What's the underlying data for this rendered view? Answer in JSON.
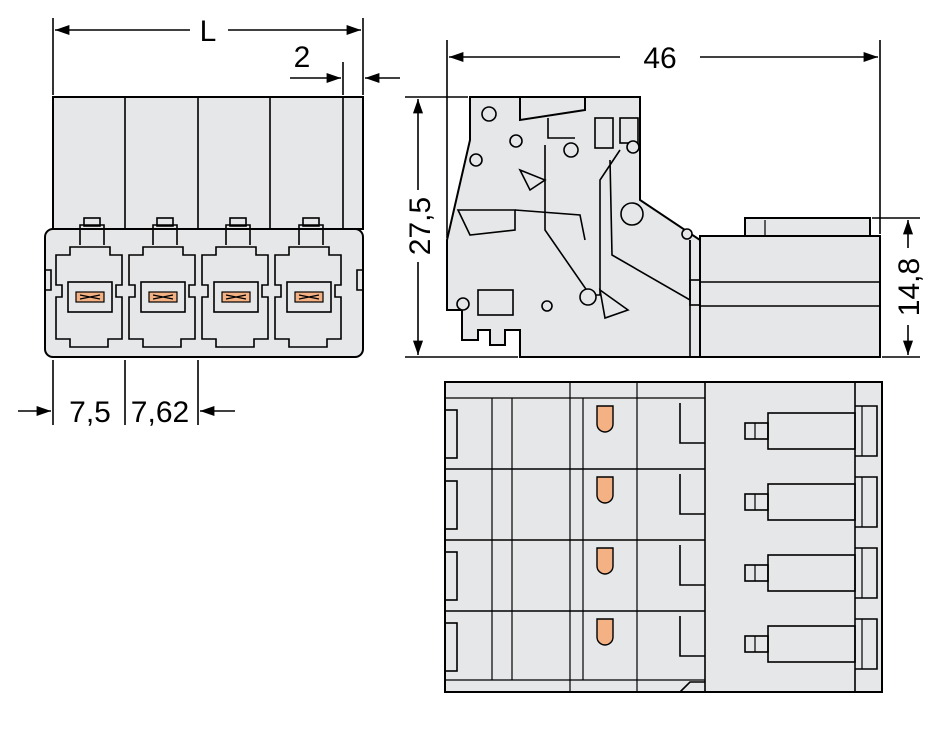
{
  "dimensions": {
    "length_label": "L",
    "offset_label": "2",
    "depth_label": "46",
    "height_label": "27,5",
    "pin_height_label": "14,8",
    "edge_pitch_label": "7,5",
    "pitch_label": "7,62"
  },
  "colors": {
    "housing": "#e6e7e8",
    "contact": "#f4b183",
    "line": "#000000"
  },
  "connector": {
    "poles": 4
  }
}
